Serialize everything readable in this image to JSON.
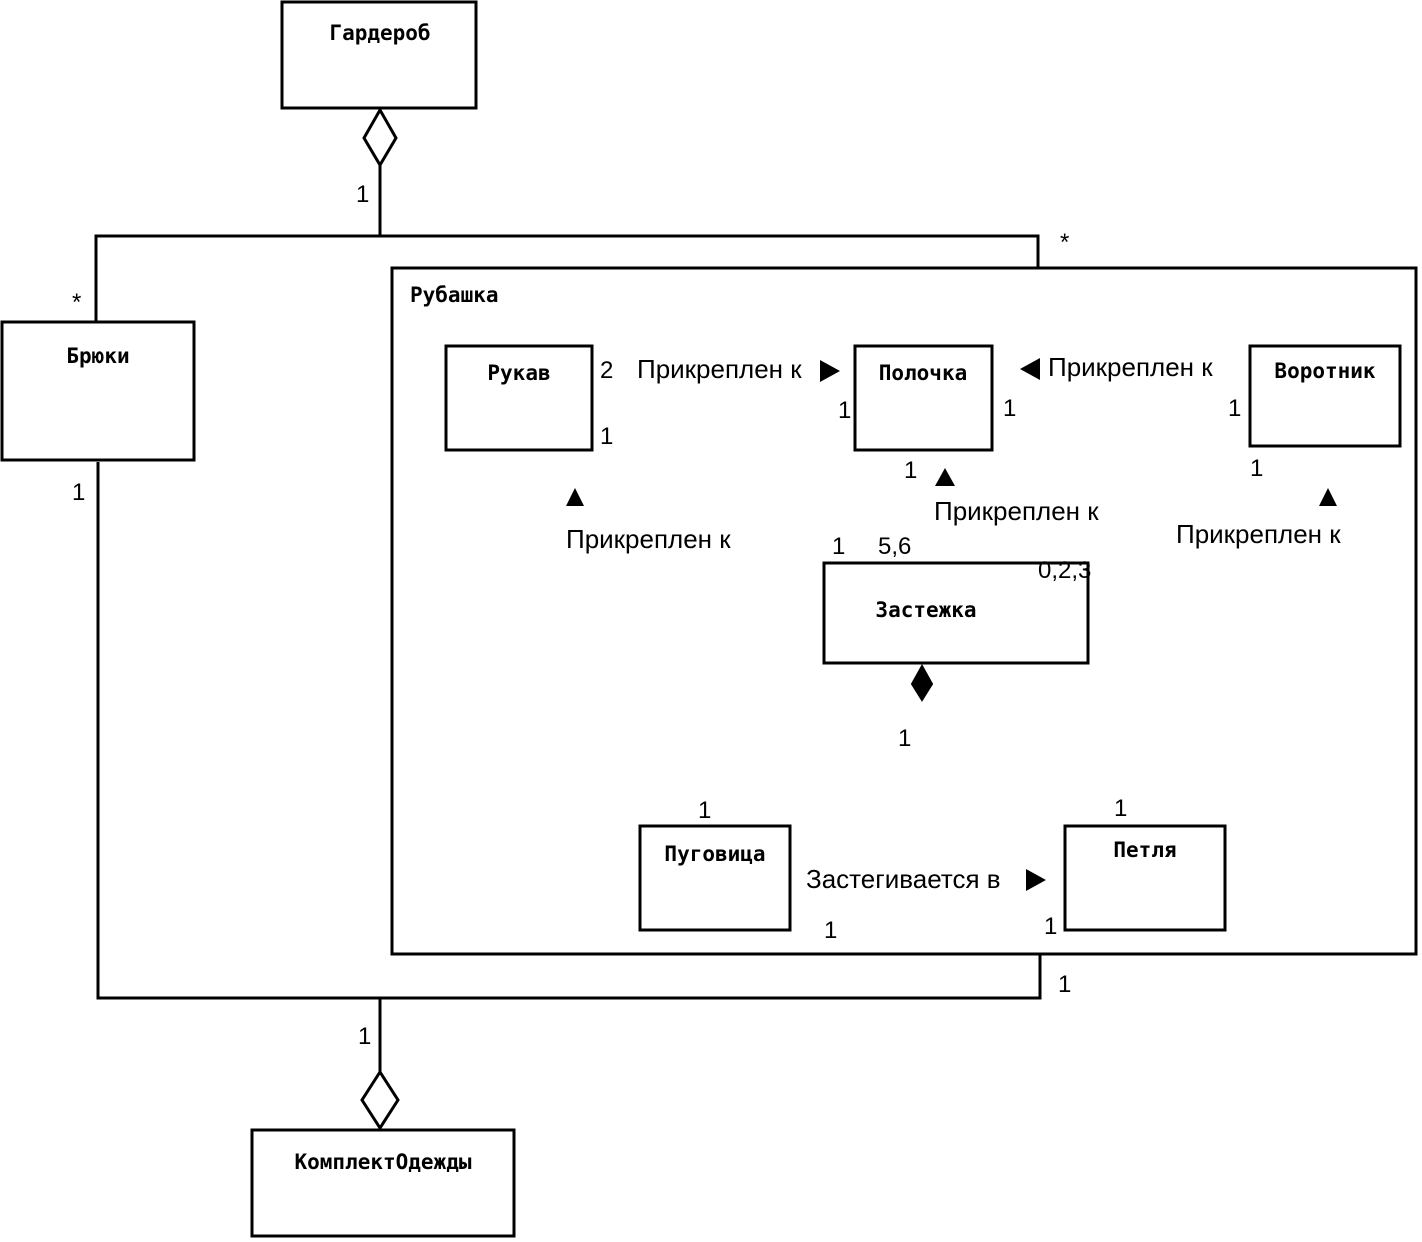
{
  "diagram": {
    "classes": {
      "garderob": "Гардероб",
      "bryuki": "Брюки",
      "rubashka": "Рубашка",
      "rukav": "Рукав",
      "polochka": "Полочка",
      "vorotnik": "Воротник",
      "zastezhka": "Застежка",
      "pugovitsa": "Пуговица",
      "petlya": "Петля",
      "komplekt": "КомплектОдежды"
    },
    "associations": {
      "rukav_polochka": "Прикреплен к",
      "vorotnik_polochka": "Прикреплен к",
      "rukav_zastezhka": "Прикреплен к",
      "polochka_zastezhka": "Прикреплен к",
      "vorotnik_zastezhka": "Прикреплен к",
      "pugovitsa_petlya": "Застегивается в"
    },
    "multiplicities": {
      "garderob_one": "1",
      "bryuki_star": "*",
      "rubashka_star": "*",
      "bryuki_bottom": "1",
      "rukav_two": "2",
      "polochka_left": "1",
      "polochka_right": "1",
      "vorotnik_left": "1",
      "rukav_bottom": "1",
      "zast_rukav": "1",
      "polochka_bottom": "1",
      "zast_polochka": "5,6",
      "zast_vorotnik": "0,2,3",
      "vorotnik_bottom": "1",
      "zast_composition": "1",
      "pugovitsa_top": "1",
      "petlya_top": "1",
      "pugovitsa_right": "1",
      "petlya_left": "1",
      "rubashka_bottom": "1",
      "komplekt_one": "1"
    }
  }
}
